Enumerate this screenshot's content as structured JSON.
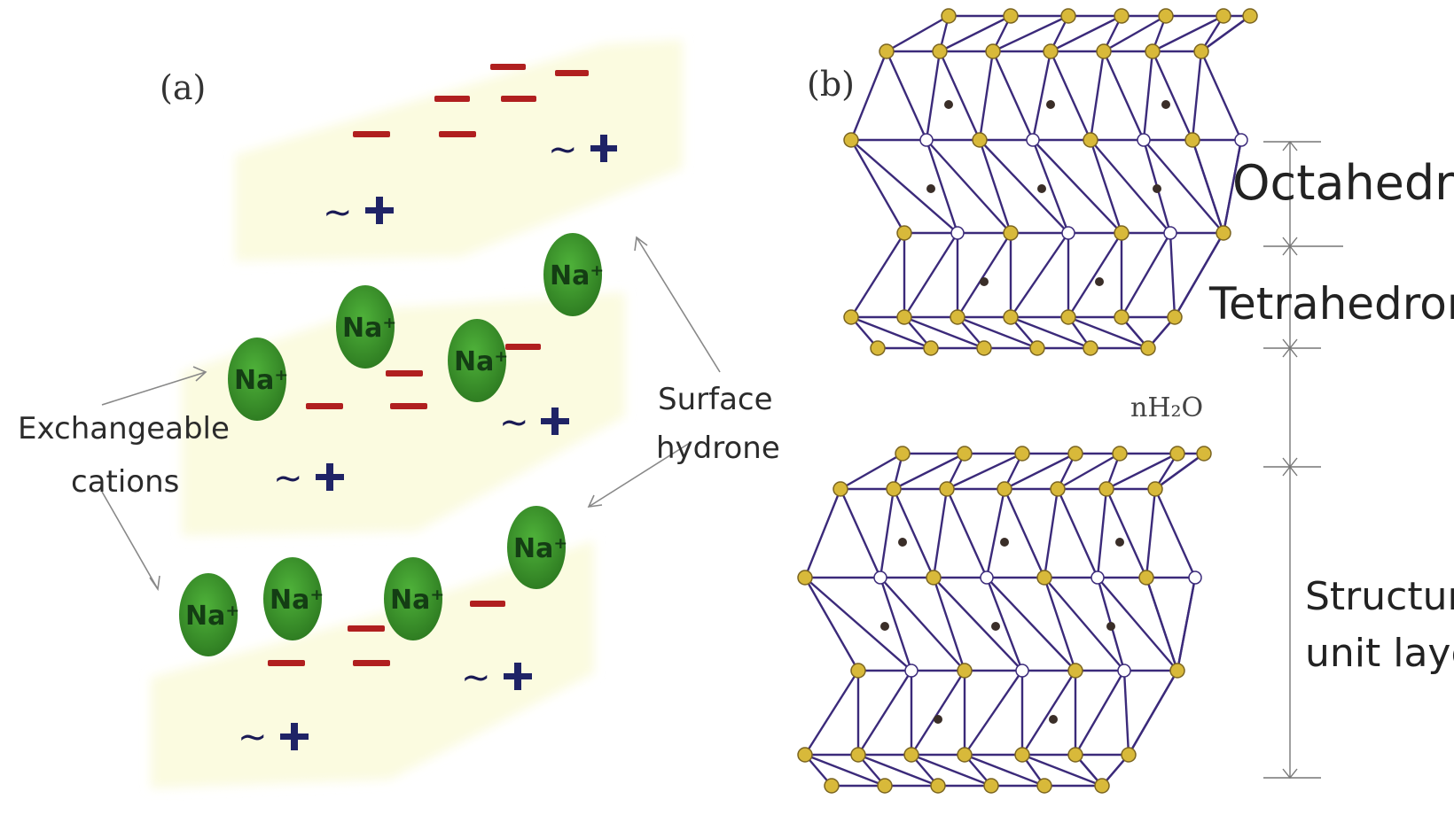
{
  "panel_a": {
    "label": "(a)",
    "ion_label": "Na⁺",
    "negative_sign": "—",
    "positive_sign": "+",
    "tilde": "~",
    "callout_exchangeable_line1": "Exchangeable",
    "callout_exchangeable_line2": "cations",
    "callout_surface_line1": "Surface",
    "callout_surface_line2": "hydrone"
  },
  "panel_b": {
    "label": "(b)",
    "octahedron": "Octahedron",
    "tetrahedron": "Tetrahedron",
    "water": "nH₂O",
    "structure_line1": "Structure",
    "structure_line2": "unit layer"
  },
  "colors": {
    "layer_fill": "#fbfbe0",
    "cation_fill": "#3e9a2e",
    "negative": "#b01f1f",
    "positive": "#1f2366",
    "lattice_line": "#3b2a7a",
    "atom_gold": "#d8b93a",
    "atom_open": "#ffffff"
  }
}
